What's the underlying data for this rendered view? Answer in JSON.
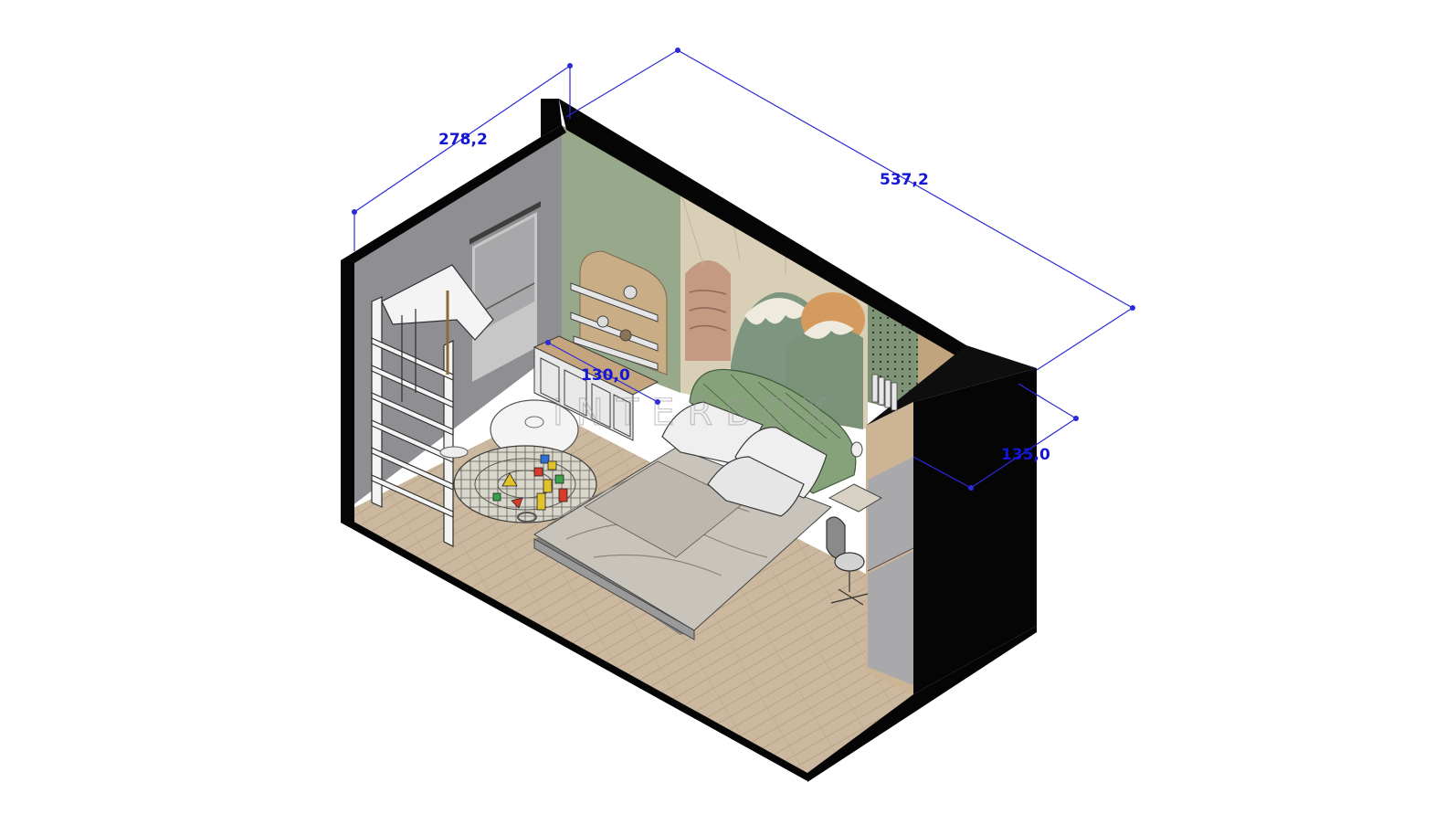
{
  "dimensions": {
    "room_depth": "278,2",
    "room_length": "537,2",
    "shelf_width": "130,0",
    "wardrobe_depth": "135,0"
  },
  "watermark": "INTERBOX",
  "colors": {
    "dimension": "#1515d6",
    "wall_grey": "#8f8f93",
    "wall_green": "#98a88b",
    "floor_wood": "#c9b59c",
    "shell": "#050505",
    "bed_linen": "#c8c3bb",
    "accent_orange": "#d9a064"
  }
}
